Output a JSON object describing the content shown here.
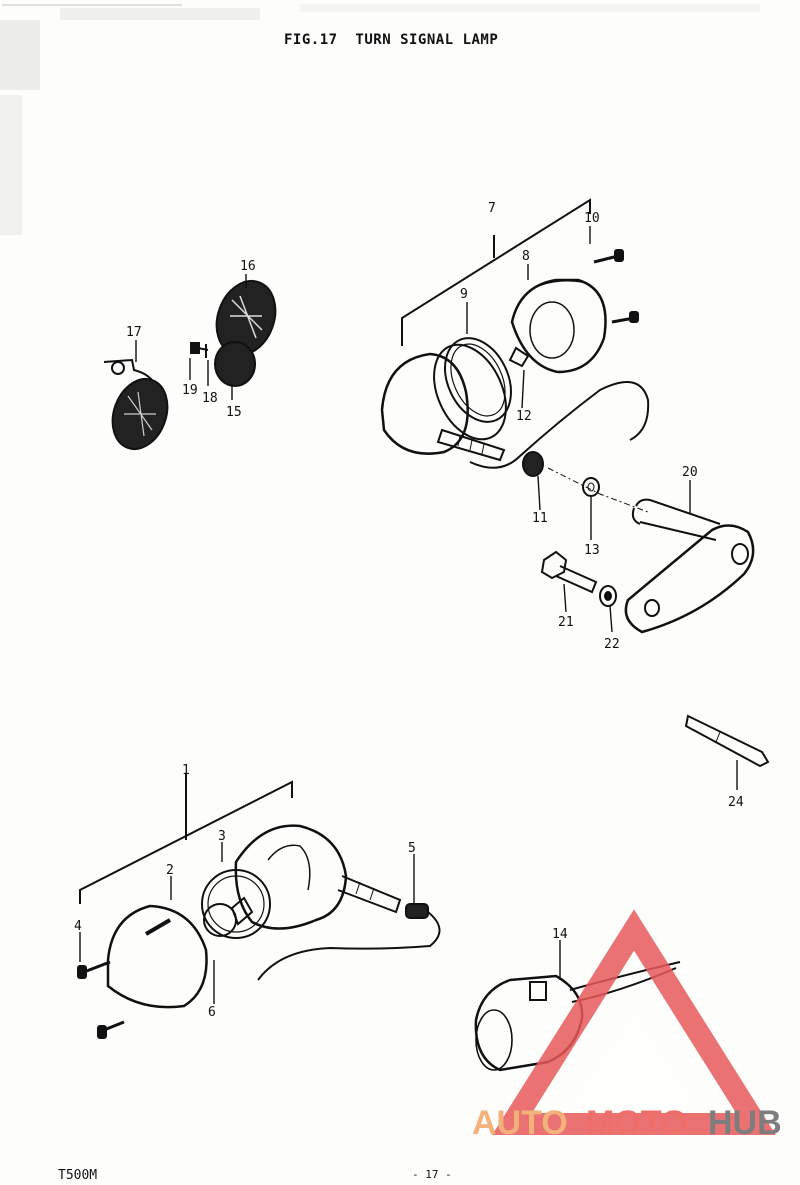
{
  "header": {
    "title": "FIG.17  TURN SIGNAL LAMP"
  },
  "footer": {
    "model": "T500M",
    "page": "- 17 -"
  },
  "callouts": {
    "c1": "1",
    "c2": "2",
    "c3": "3",
    "c4": "4",
    "c5": "5",
    "c6": "6",
    "c7": "7",
    "c8": "8",
    "c9": "9",
    "c10": "10",
    "c11": "11",
    "c12": "12",
    "c13": "13",
    "c14": "14",
    "c15": "15",
    "c16": "16",
    "c17": "17",
    "c18": "18",
    "c19": "19",
    "c20": "20",
    "c21": "21",
    "c22": "22",
    "c24": "24"
  },
  "watermark": {
    "words": [
      "AUTO",
      "MOTO",
      "HUB"
    ],
    "colors": {
      "auto": "#f3b27a",
      "moto": "#ee6f6a",
      "hub": "#7d7d7d",
      "logo": "#e8595a"
    }
  }
}
